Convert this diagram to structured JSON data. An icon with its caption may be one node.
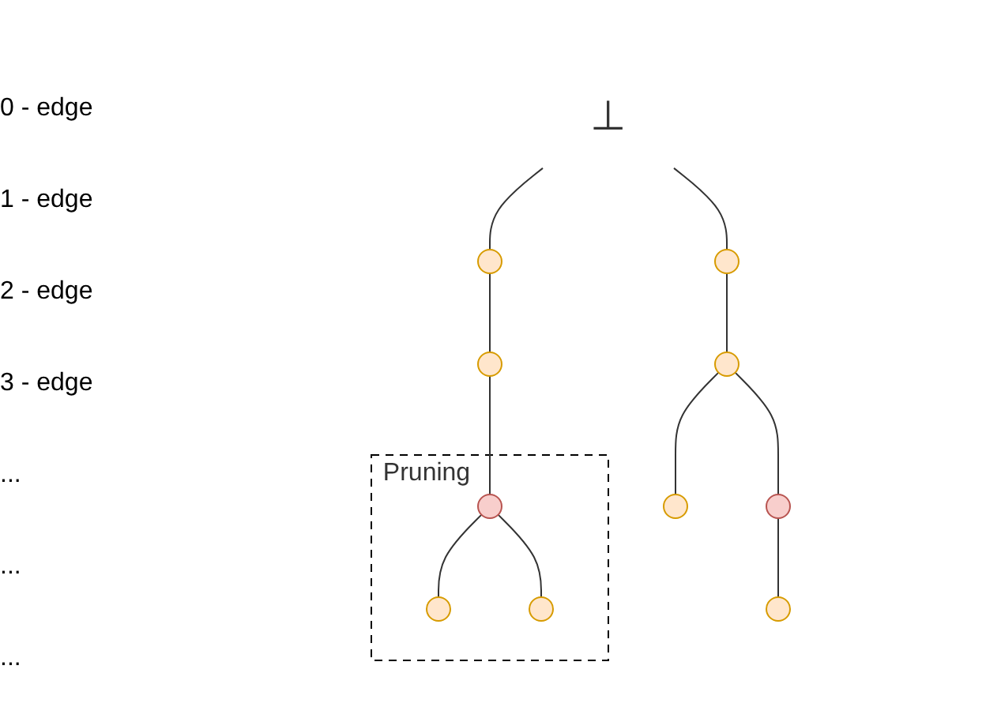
{
  "diagram": {
    "nodes": [
      {
        "text": [
          "⊥"
        ]
      },
      {
        "text": [],
        "shape": "circle"
      },
      {
        "text": [],
        "shape": "circle"
      },
      {
        "text": [],
        "shape": "circle"
      },
      {
        "text": [],
        "shape": "circle"
      },
      {
        "text": [
          "Pruning"
        ]
      },
      {
        "text": [],
        "shape": "circle"
      },
      {
        "text": [],
        "shape": "circle"
      },
      {
        "text": [],
        "shape": "circle",
        "in": 5
      },
      {
        "text": [],
        "shape": "circle"
      },
      {
        "text": [],
        "shape": "circle",
        "in": 5
      },
      {
        "text": [],
        "shape": "circle",
        "in": 5
      }
    ],
    "edges": [
      {
        "from": 0,
        "to": 1,
        "arrow": "none"
      },
      {
        "from": 0,
        "to": 2,
        "arrow": "none"
      },
      {
        "from": 1,
        "to": 3,
        "arrow": "none"
      },
      {
        "from": 2,
        "to": 4,
        "arrow": "none"
      },
      {
        "from": 3,
        "to": 6,
        "arrow": "none"
      },
      {
        "from": 3,
        "to": 7,
        "arrow": "none"
      },
      {
        "from": 4,
        "to": 8,
        "arrow": "none"
      },
      {
        "from": 6,
        "to": 9,
        "arrow": "none"
      },
      {
        "from": 8,
        "to": 10,
        "arrow": "none"
      },
      {
        "from": 8,
        "to": 11,
        "arrow": "none"
      }
    ],
    "labels": [
      "0 - edge",
      "1 - edge",
      "2 - edge",
      "3 - edge",
      "...",
      "...",
      "..."
    ]
  }
}
